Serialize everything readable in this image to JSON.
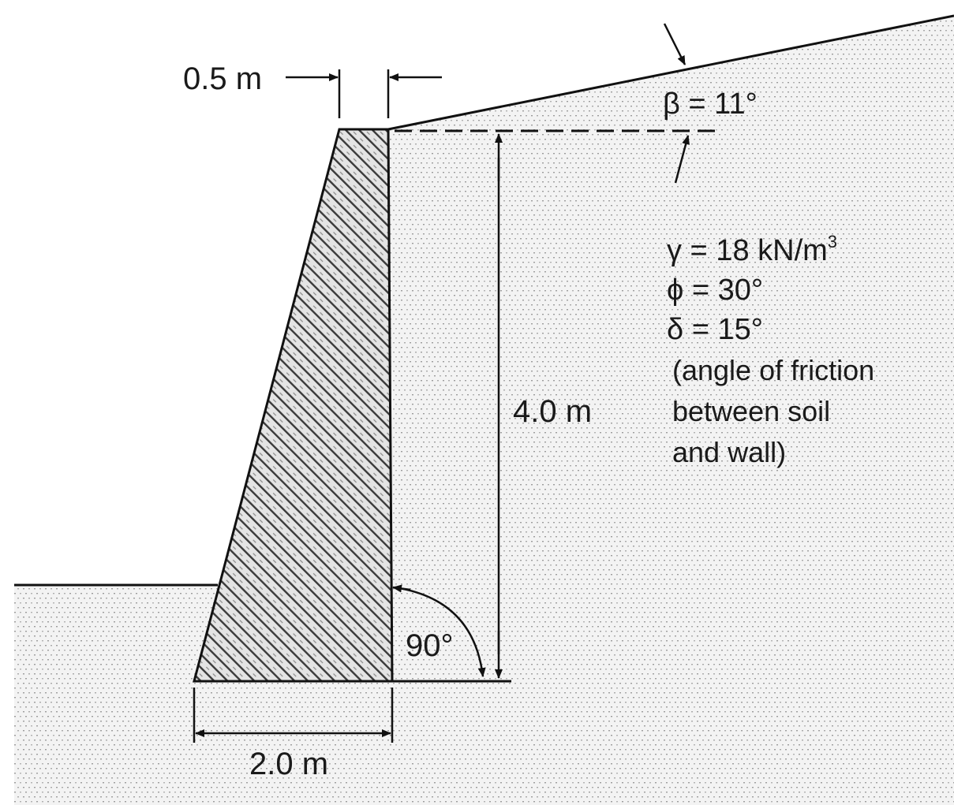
{
  "dimensions": {
    "top_width": "0.5 m",
    "height": "4.0 m",
    "base_width": "2.0 m",
    "back_angle": "90°"
  },
  "backfill": {
    "slope": "β = 11°",
    "unit_weight_prefix": "γ = 18 kN/m",
    "unit_weight_exponent": "3",
    "friction_angle": "ϕ = 30°",
    "wall_friction": "δ = 15°",
    "note_lines": [
      "(angle of friction",
      "between soil",
      "and wall)"
    ]
  }
}
